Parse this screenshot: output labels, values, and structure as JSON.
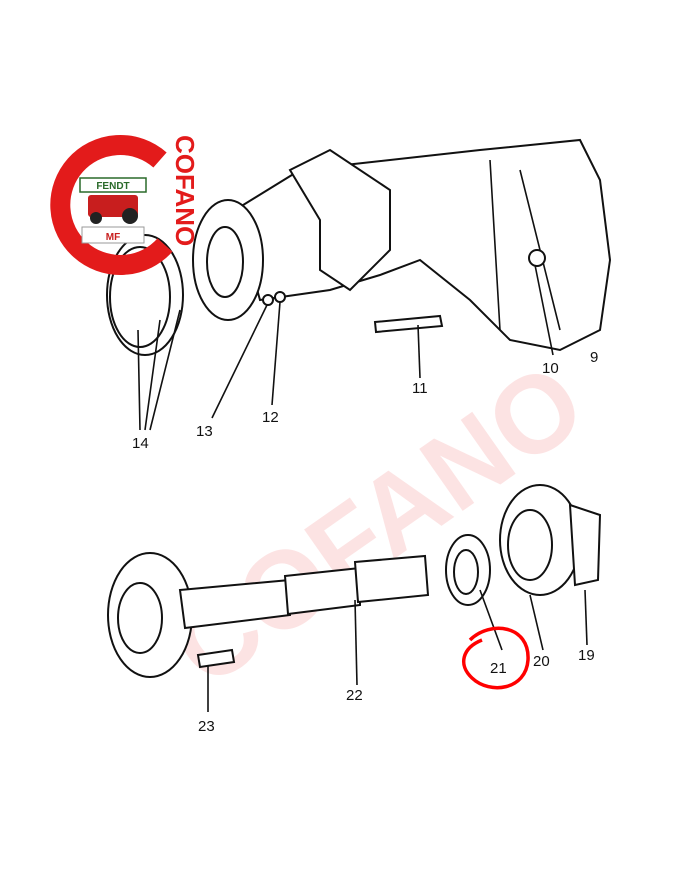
{
  "logo": {
    "brand_text": "COFANO",
    "badge_top": "FENDT",
    "badge_bottom": "MF",
    "accent": "#e31b1b"
  },
  "watermark": {
    "text": "COFANO",
    "color": "#e31b1b"
  },
  "callouts": [
    "9",
    "10",
    "11",
    "12",
    "13",
    "14",
    "19",
    "20",
    "21",
    "22",
    "23"
  ],
  "highlight": {
    "part": "21",
    "color": "#ff0000"
  }
}
